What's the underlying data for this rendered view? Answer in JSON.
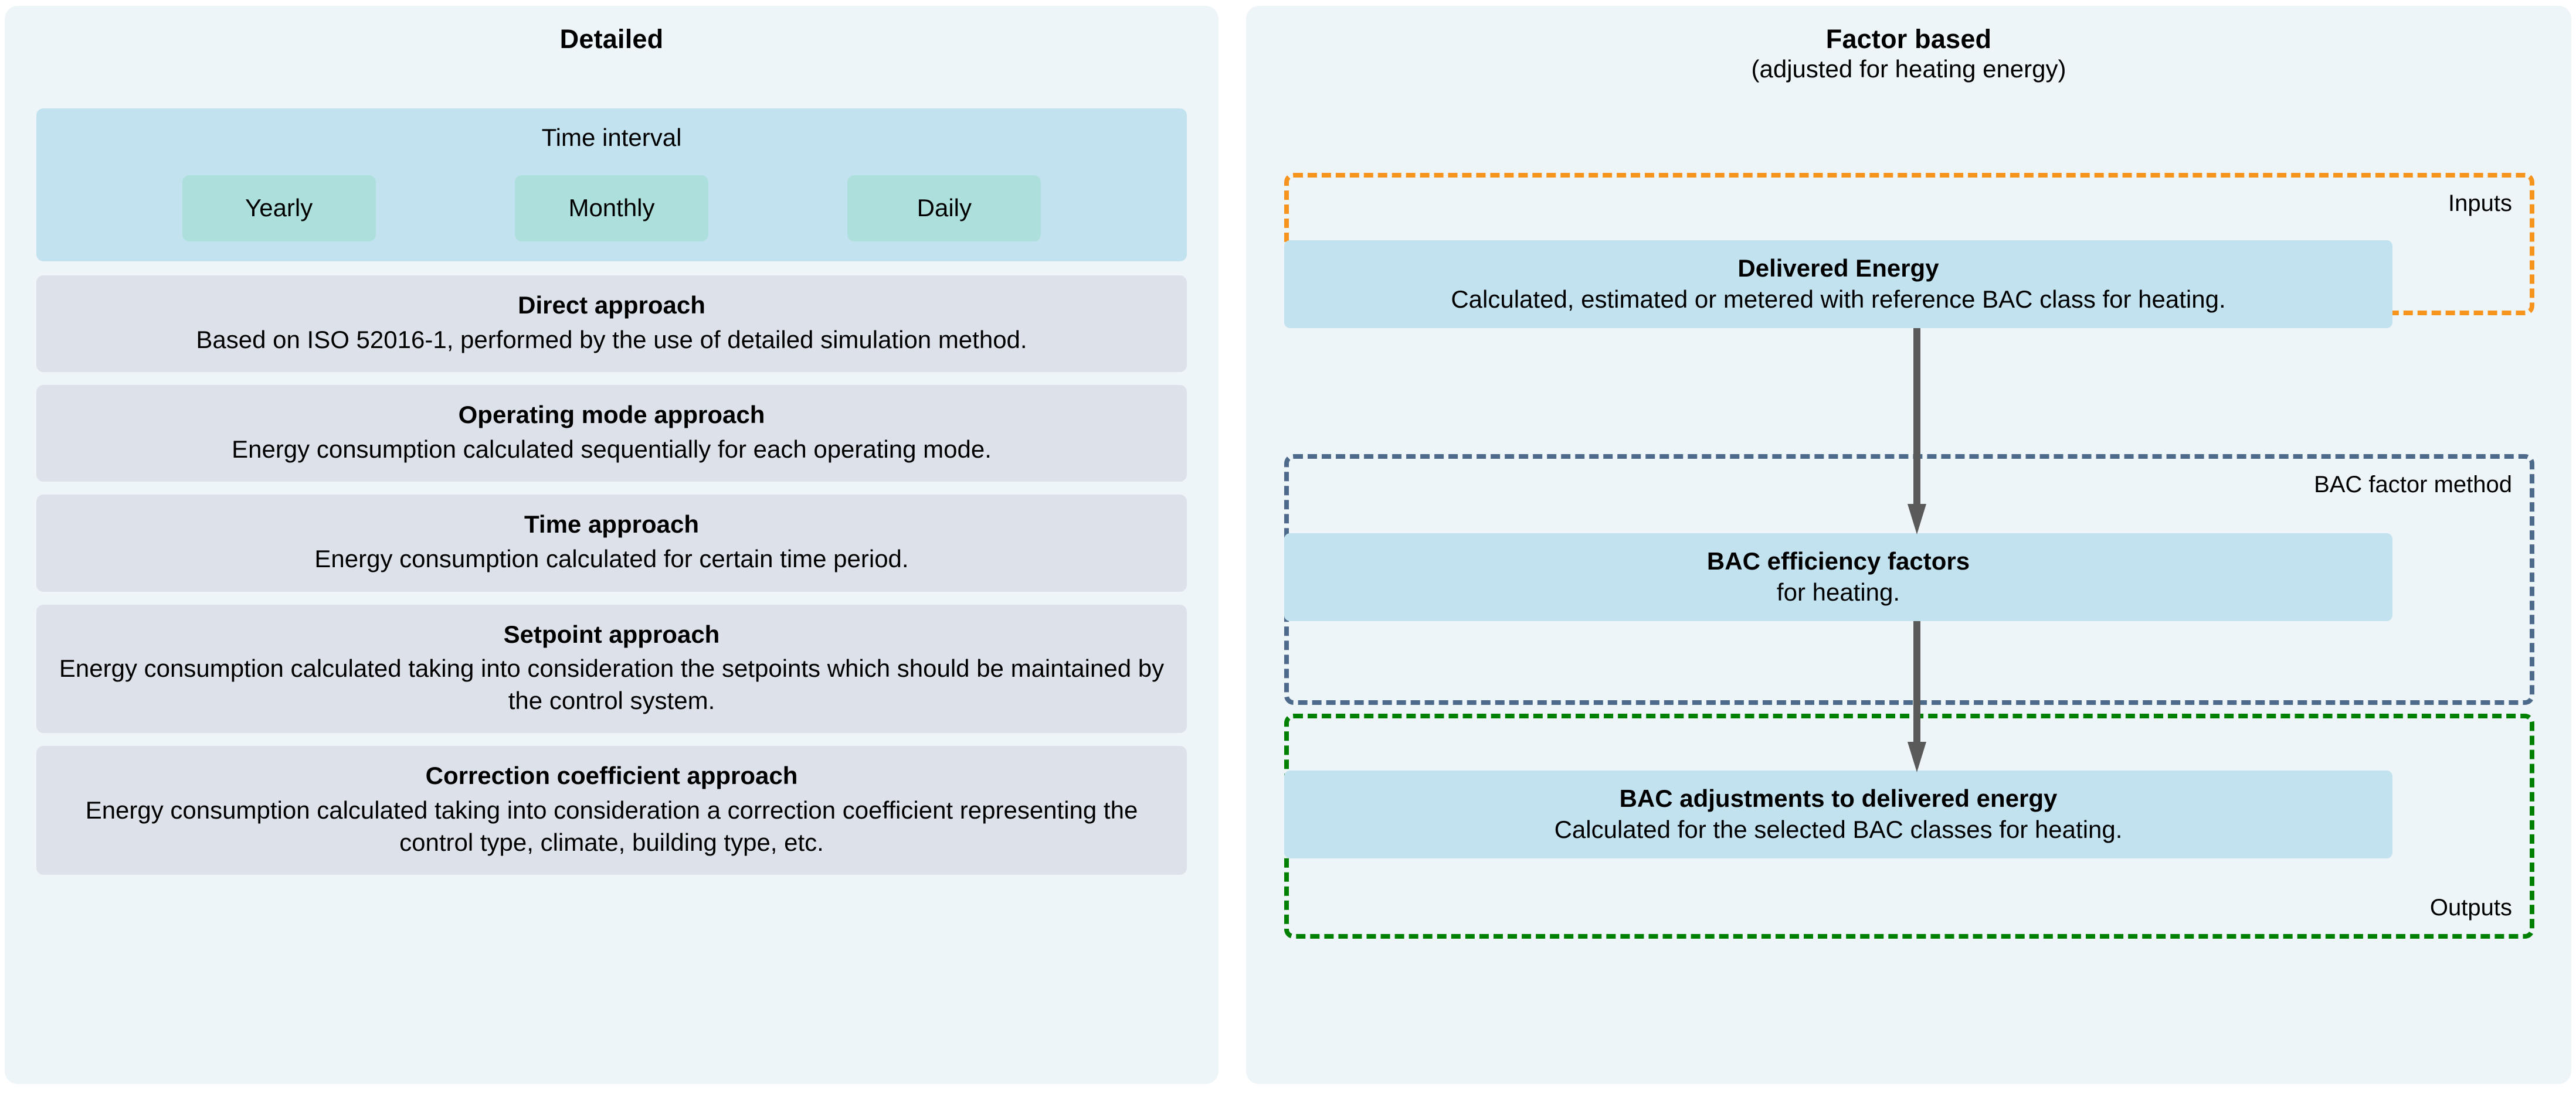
{
  "detailed": {
    "title": "Detailed",
    "time_interval": {
      "label": "Time interval",
      "options": [
        "Yearly",
        "Monthly",
        "Daily"
      ]
    },
    "approaches": [
      {
        "title": "Direct approach",
        "description": "Based on ISO 52016-1, performed by the use of detailed simulation method."
      },
      {
        "title": "Operating mode approach",
        "description": "Energy consumption calculated sequentially for each operating mode."
      },
      {
        "title": "Time approach",
        "description": "Energy consumption calculated for certain time period."
      },
      {
        "title": "Setpoint approach",
        "description": "Energy consumption calculated taking into consideration the setpoints which should be maintained by the control system."
      },
      {
        "title": "Correction coefficient approach",
        "description": "Energy consumption calculated taking into consideration a correction coefficient representing the control type, climate, building type, etc."
      }
    ]
  },
  "factor_based": {
    "title": "Factor based",
    "subtitle": "(adjusted for heating energy)",
    "groups": {
      "inputs": {
        "label": "Inputs",
        "color": "#f7941e",
        "box": {
          "title": "Delivered Energy",
          "description": "Calculated, estimated or metered with reference BAC class for heating."
        }
      },
      "bac_factor_method": {
        "label": "BAC factor method",
        "color": "#4e6a8a",
        "box": {
          "title": "BAC efficiency factors",
          "description": "for heating."
        }
      },
      "outputs": {
        "label": "Outputs",
        "color": "#008000",
        "box": {
          "title": "BAC adjustments to delivered energy",
          "description": "Calculated for the selected BAC classes for heating."
        }
      }
    },
    "arrow_color": "#5a5a5a"
  },
  "palette": {
    "panel_background": "#eef5f9",
    "band_blue": "#c2e2ef",
    "chip_mint": "#ade0dc",
    "card_gray": "#dde2ea",
    "page_background": "#ffffff"
  }
}
